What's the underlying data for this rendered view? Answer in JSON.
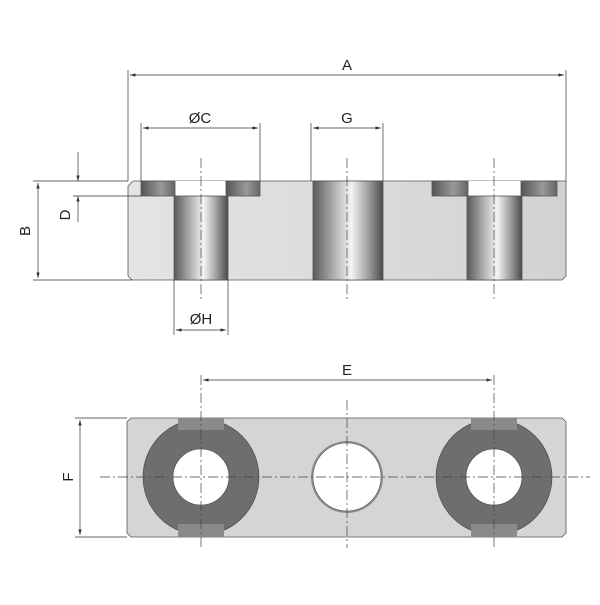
{
  "labels": {
    "A": "A",
    "B": "B",
    "C": "ØC",
    "D": "D",
    "E": "E",
    "F": "F",
    "G": "G",
    "H": "ØH"
  },
  "colors": {
    "body": "#d9d9d9",
    "ring": "#6e6e6e",
    "line": "#333333"
  }
}
